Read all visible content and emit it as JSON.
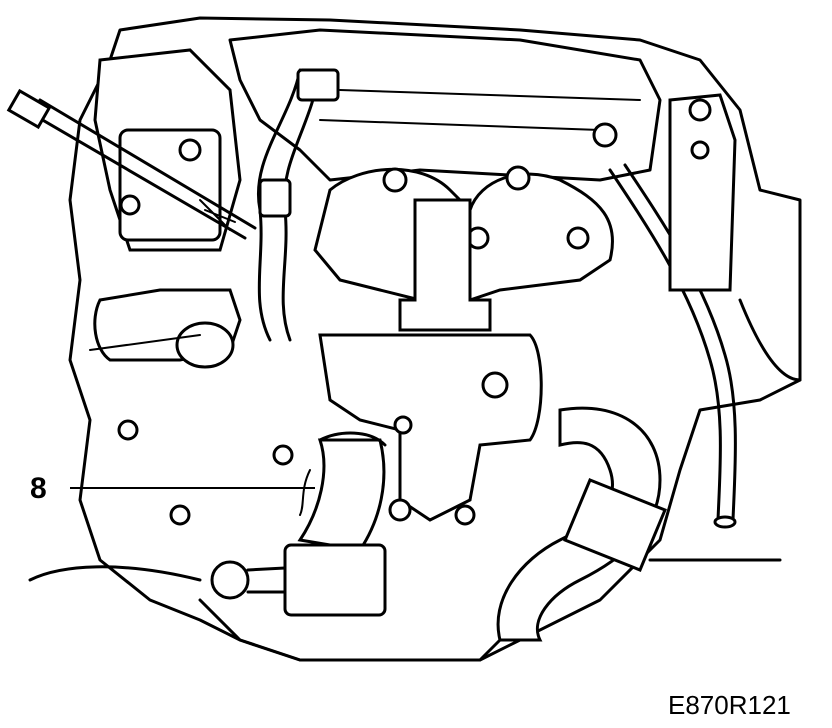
{
  "diagram": {
    "callouts": [
      {
        "id": "8",
        "label": "8"
      }
    ],
    "figure_id": "E870R121"
  }
}
